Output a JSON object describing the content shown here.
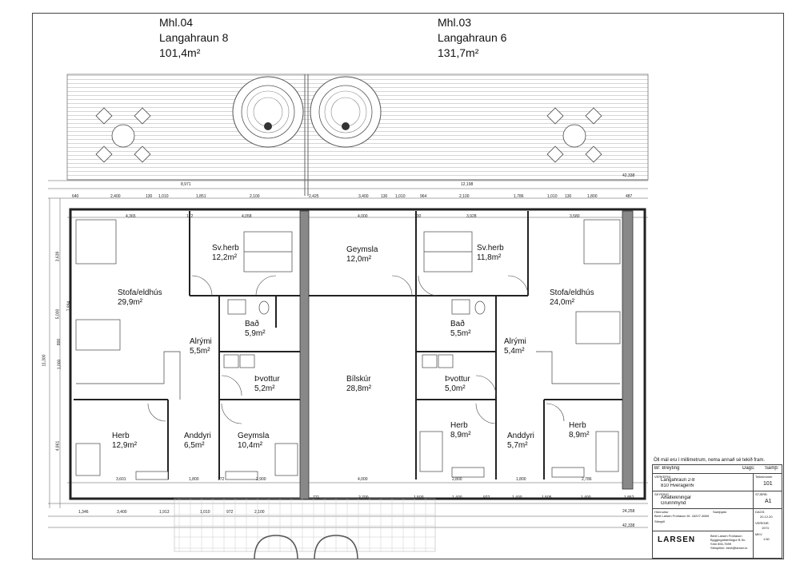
{
  "units": [
    {
      "mhl": "Mhl.04",
      "address": "Langahraun 8",
      "area": "101,4m²"
    },
    {
      "mhl": "Mhl.03",
      "address": "Langahraun 6",
      "area": "131,7m²"
    }
  ],
  "rooms": [
    {
      "name": "Sv.herb",
      "area": "12,2m²"
    },
    {
      "name": "Stofa/eldhús",
      "area": "29,9m²"
    },
    {
      "name": "Bað",
      "area": "5,9m²"
    },
    {
      "name": "Alrými",
      "area": "5,5m²"
    },
    {
      "name": "Þvottur",
      "area": "5,2m²"
    },
    {
      "name": "Herb",
      "area": "12,9m²"
    },
    {
      "name": "Anddyri",
      "area": "6,5m²"
    },
    {
      "name": "Geymsla",
      "area": "10,4m²"
    },
    {
      "name": "Geymsla",
      "area": "12,0m²"
    },
    {
      "name": "Bílskúr",
      "area": "28,8m²"
    },
    {
      "name": "Sv.herb",
      "area": "11,8m²"
    },
    {
      "name": "Stofa/eldhús",
      "area": "24,0m²"
    },
    {
      "name": "Bað",
      "area": "5,5m²"
    },
    {
      "name": "Alrými",
      "area": "5,4m²"
    },
    {
      "name": "Þvottur",
      "area": "5,0m²"
    },
    {
      "name": "Herb",
      "area": "8,9m²"
    },
    {
      "name": "Anddyri",
      "area": "5,7m²"
    },
    {
      "name": "Herb",
      "area": "8,9m²"
    }
  ],
  "dimensions": {
    "top1": [
      "640",
      "2,400",
      "130",
      "1,010",
      "1,851",
      "2,100",
      "2,425",
      "3,400",
      "130",
      "1,010",
      "964",
      "2,100",
      "1,786",
      "1,010",
      "130",
      "1,800",
      "487"
    ],
    "top2": [
      "4,365",
      "172",
      "4,058",
      "4,000",
      "130",
      "3,928",
      "3,580"
    ],
    "overall_top": [
      "8,971",
      "12,198",
      "42,338"
    ],
    "bottom1": [
      "3,601",
      "1,800",
      "172",
      "2,900",
      "4,000",
      "2,800",
      "1,800",
      "2,786"
    ],
    "bottom2": [
      "1,346",
      "3,400",
      "1,913",
      "1,010",
      "972",
      "2,100",
      "771",
      "2,700",
      "1,500",
      "1,400",
      "922",
      "1,400",
      "1,505",
      "1,400",
      "1,852"
    ],
    "overall_bottom": [
      "24,258",
      "42,338"
    ],
    "left": [
      "3,639",
      "7,894",
      "5,000",
      "800",
      "1,000",
      "11,300",
      "4,861"
    ]
  },
  "note": "Öll mál eru í millimetrum, nema annað sé tekið fram.",
  "title_block": {
    "br_label": "Br:",
    "br_value": "Breyting",
    "dags_label": "Dags:",
    "samp_label": "Samþ:",
    "verkefni_label": "VERKEFNI",
    "verkefni_line1": "Langahraun 2-8",
    "verkefni_line2": "810 Hveragerði",
    "teikn_label": "Teikninúmer",
    "teikn_value": "101",
    "skyring_label": "SKÝRING",
    "skyring_line1": "Aðalteikningar",
    "skyring_line2": "Grunnmynd",
    "staerd_label": "STÆRÐ",
    "staerd_value": "A1",
    "hannadur_label": "Hönnuður",
    "hannadur_value": "Bent Larsen Fróðason Kt. 16227-3669",
    "samth_label": "Samþykki",
    "stimpill_label": "Stimpill",
    "dags2_label": "DAGS:",
    "dags2_value": "20.12.20",
    "verknr_label": "VERKNR.",
    "verknr_value": "1974",
    "kvardi_label": "MKV",
    "kvardi_value": "1:50",
    "logo": "LARSEN",
    "company": "Bent Larsen Fróðason",
    "company_line2": "Byggingafræðingur B.Sc.",
    "company_line3": "Sími 894-7699",
    "company_line4": "Stimpilinn: bent@larsen.is"
  }
}
